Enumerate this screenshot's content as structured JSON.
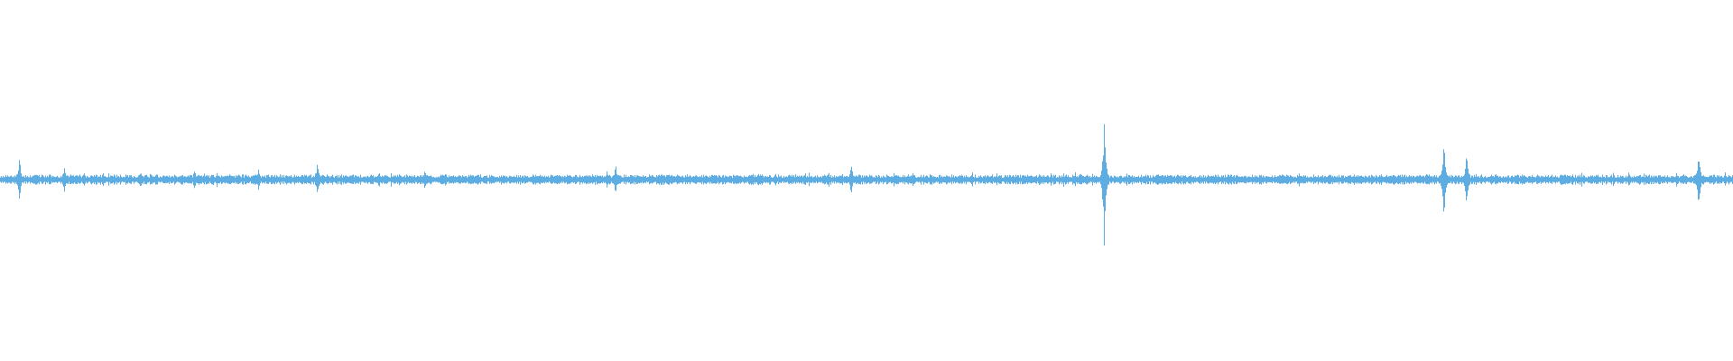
{
  "waveform": {
    "color": "#5dade2",
    "background": "#ffffff",
    "peaks": [
      {
        "position": 0.011,
        "amplitude": 0.15
      },
      {
        "position": 0.037,
        "amplitude": 0.09
      },
      {
        "position": 0.081,
        "amplitude": 0.06
      },
      {
        "position": 0.112,
        "amplitude": 0.07
      },
      {
        "position": 0.149,
        "amplitude": 0.08
      },
      {
        "position": 0.183,
        "amplitude": 0.11
      },
      {
        "position": 0.245,
        "amplitude": 0.07
      },
      {
        "position": 0.35,
        "amplitude": 0.06
      },
      {
        "position": 0.355,
        "amplitude": 0.1
      },
      {
        "position": 0.491,
        "amplitude": 0.11
      },
      {
        "position": 0.637,
        "amplitude": 0.4
      },
      {
        "position": 0.833,
        "amplitude": 0.29
      },
      {
        "position": 0.846,
        "amplitude": 0.19
      },
      {
        "position": 0.98,
        "amplitude": 0.2
      }
    ]
  }
}
